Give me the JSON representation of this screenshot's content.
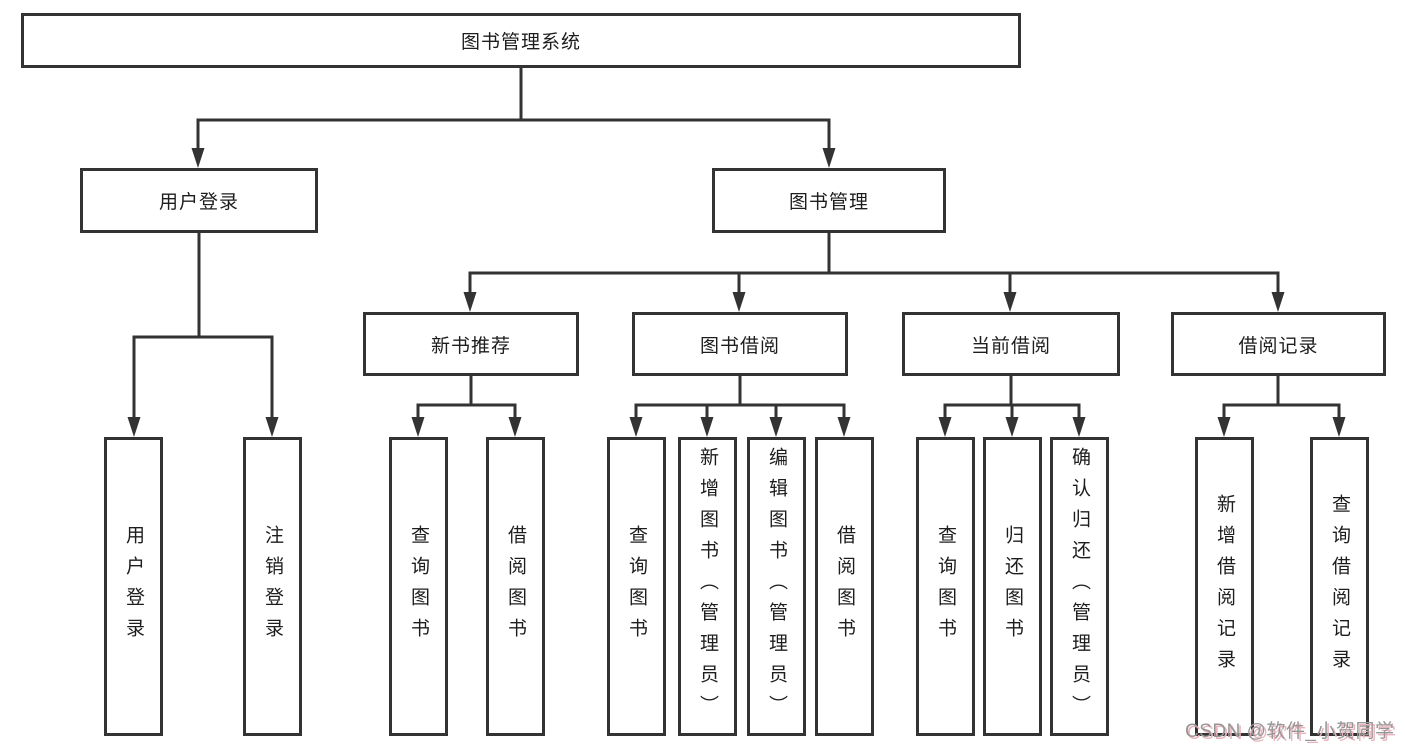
{
  "diagram": {
    "root": {
      "label": "图书管理系统"
    },
    "branches": [
      {
        "label": "用户登录",
        "children": [
          {
            "label": "用户登录"
          },
          {
            "label": "注销登录"
          }
        ]
      },
      {
        "label": "图书管理",
        "children": [
          {
            "label": "新书推荐",
            "children": [
              {
                "label": "查询图书"
              },
              {
                "label": "借阅图书"
              }
            ]
          },
          {
            "label": "图书借阅",
            "children": [
              {
                "label": "查询图书"
              },
              {
                "label": "新增图书（管理员）"
              },
              {
                "label": "编辑图书（管理员）"
              },
              {
                "label": "借阅图书"
              }
            ]
          },
          {
            "label": "当前借阅",
            "children": [
              {
                "label": "查询图书"
              },
              {
                "label": "归还图书"
              },
              {
                "label": "确认归还（管理员）"
              }
            ]
          },
          {
            "label": "借阅记录",
            "children": [
              {
                "label": "新增借阅记录"
              },
              {
                "label": "查询借阅记录"
              }
            ]
          }
        ]
      }
    ],
    "watermark": "CSDN @软件_小贺同学"
  },
  "colors": {
    "line": "#333333",
    "text": "#1d1d1d",
    "background": "#ffffff",
    "watermark-gray": "#969696",
    "watermark-pink": "#eab3bd"
  }
}
